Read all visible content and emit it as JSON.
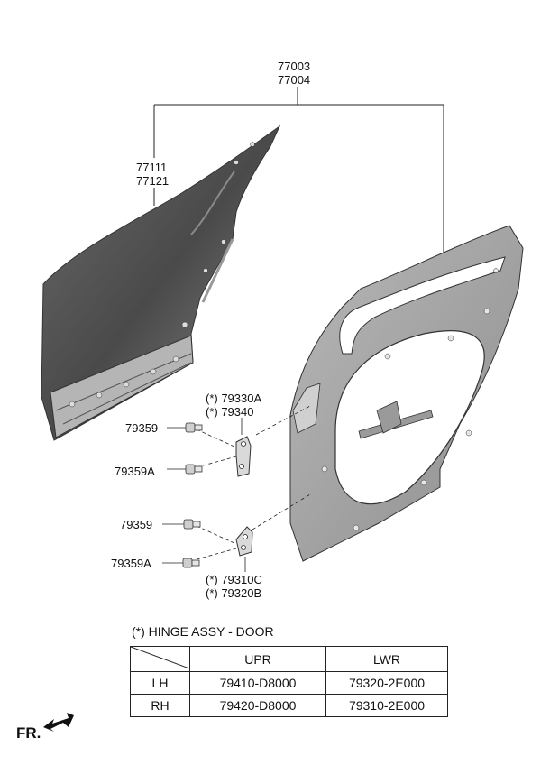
{
  "assembly": {
    "part_numbers": [
      "77003",
      "77004"
    ]
  },
  "outer_panel": {
    "part_numbers": [
      "77111",
      "77121"
    ]
  },
  "upper_hinge": {
    "hinge_labels": [
      "(*) 79330A",
      "(*) 79340"
    ],
    "bolt_label": "79359",
    "bolt_a_label": "79359A"
  },
  "lower_hinge": {
    "hinge_labels": [
      "(*) 79310C",
      "(*) 79320B"
    ],
    "bolt_label": "79359",
    "bolt_a_label": "79359A"
  },
  "hinge_table": {
    "title": "(*) HINGE ASSY - DOOR",
    "columns": [
      "",
      "UPR",
      "LWR"
    ],
    "rows": [
      {
        "side": "LH",
        "upr": "79410-D8000",
        "lwr": "79320-2E000"
      },
      {
        "side": "RH",
        "upr": "79420-D8000",
        "lwr": "79310-2E000"
      }
    ]
  },
  "direction": {
    "label": "FR.",
    "arrow_icon": "front-arrow-icon"
  },
  "colors": {
    "line": "#222222",
    "panel_dark": "#5a5a5a",
    "panel_light": "#c8c8c8"
  }
}
